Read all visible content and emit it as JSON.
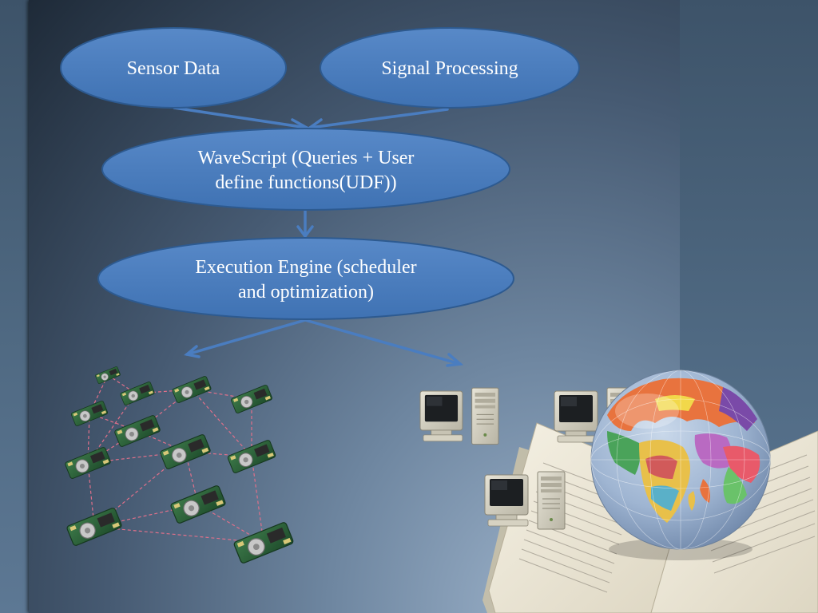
{
  "diagram": {
    "nodes": {
      "sensor_data": "Sensor Data",
      "signal_processing": "Signal Processing",
      "wavescript_line1": "WaveScript (Queries + User",
      "wavescript_line2": "define functions(UDF))",
      "engine_line1": "Execution Engine (scheduler",
      "engine_line2": "and optimization)"
    },
    "colors": {
      "node_fill": "#4a7dc0",
      "node_stroke": "#2d5a90",
      "arrow": "#4a7dc0",
      "mesh_link": "#e0708a"
    }
  },
  "illustrations": {
    "sensor_network": "sensor-mote-network",
    "computers": "desktop-computer-icon",
    "globe": "globe-icon",
    "book": "open-book-icon"
  }
}
